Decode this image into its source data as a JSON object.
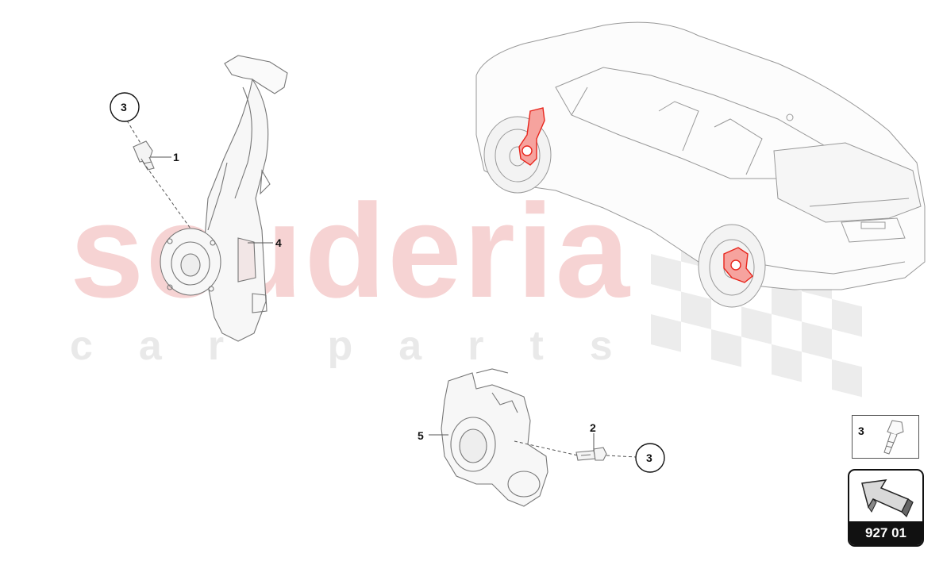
{
  "watermark": {
    "main": "scuderia",
    "sub": "car parts"
  },
  "callouts": {
    "part_1": "1",
    "part_2": "2",
    "part_3_top": "3",
    "part_3_bottom": "3",
    "part_4": "4",
    "part_5": "5"
  },
  "legend": {
    "number": "3"
  },
  "nav": {
    "page_code": "927 01"
  },
  "colors": {
    "highlight": "#e8251c",
    "line": "#555555",
    "watermark": "#f6d3d3"
  },
  "icons": {
    "nav": "arrow-icon",
    "legend": "bolt-icon"
  }
}
